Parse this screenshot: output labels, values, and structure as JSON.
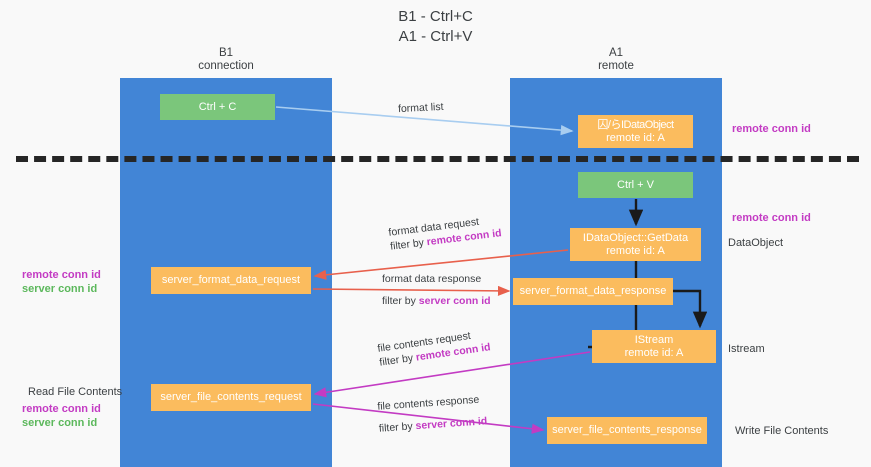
{
  "title": {
    "line1": "B1 - Ctrl+C",
    "line2": "A1 - Ctrl+V"
  },
  "lanes": [
    {
      "id": "b1",
      "name": "B1",
      "role": "connection"
    },
    {
      "id": "a1",
      "name": "A1",
      "role": "remote"
    }
  ],
  "nodes": {
    "ctrl_c": {
      "label": "Ctrl + C",
      "color": "#7bc67b"
    },
    "dataobject": {
      "label": "囚/らIDataObject",
      "sub": "remote id: A",
      "color": "#fbbc5e"
    },
    "ctrl_v": {
      "label": "Ctrl + V",
      "color": "#7bc67b"
    },
    "getdata": {
      "label": "IDataObject::GetData",
      "sub": "remote id: A",
      "color": "#fbbc5e"
    },
    "sfd_request": {
      "label": "server_format_data_request",
      "color": "#fbbc5e"
    },
    "sfd_response": {
      "label": "server_format_data_response",
      "color": "#fbbc5e"
    },
    "istream": {
      "label": "IStream",
      "sub": "remote id: A",
      "color": "#fbbc5e"
    },
    "sfc_request": {
      "label": "server_file_contents_request",
      "color": "#fbbc5e"
    },
    "sfc_response": {
      "label": "server_file_contents_response",
      "color": "#fbbc5e"
    }
  },
  "edge_labels": {
    "format_list": {
      "line1": "format list"
    },
    "format_data_request": {
      "line1": "format data request",
      "filter_prefix": "filter by ",
      "filter_key": "remote conn id"
    },
    "format_data_response": {
      "line1": "format data response",
      "filter_prefix": "filter by ",
      "filter_key": "server conn id"
    },
    "file_contents_request": {
      "line1": "file contents request",
      "filter_prefix": "filter by ",
      "filter_key": "remote conn id"
    },
    "file_contents_response": {
      "line1": "file contents response",
      "filter_prefix": "filter by ",
      "filter_key": "server conn id"
    }
  },
  "annotations": {
    "right_remote_conn_id_top": "remote conn id",
    "right_remote_conn_id_mid": "remote conn id",
    "right_dataobject": "DataObject",
    "right_istream": "Istream",
    "right_write_file_contents": "Write File Contents",
    "left_remote_conn_id_1": "remote conn id",
    "left_server_conn_id_1": "server conn id",
    "left_read_file_contents": "Read File Contents",
    "left_remote_conn_id_2": "remote conn id",
    "left_server_conn_id_2": "server conn id"
  },
  "colors": {
    "lane": "#4285d6",
    "orange": "#fbbc5e",
    "green_box": "#7bc67b",
    "purple_text": "#c33bc3",
    "green_text": "#5cb85c",
    "arrow_blue": "#a8cdf0",
    "arrow_red": "#e8604c",
    "arrow_magenta": "#c33bc3",
    "arrow_black": "#1a1a1a",
    "divider": "#262626",
    "background": "#f9f9f9"
  }
}
